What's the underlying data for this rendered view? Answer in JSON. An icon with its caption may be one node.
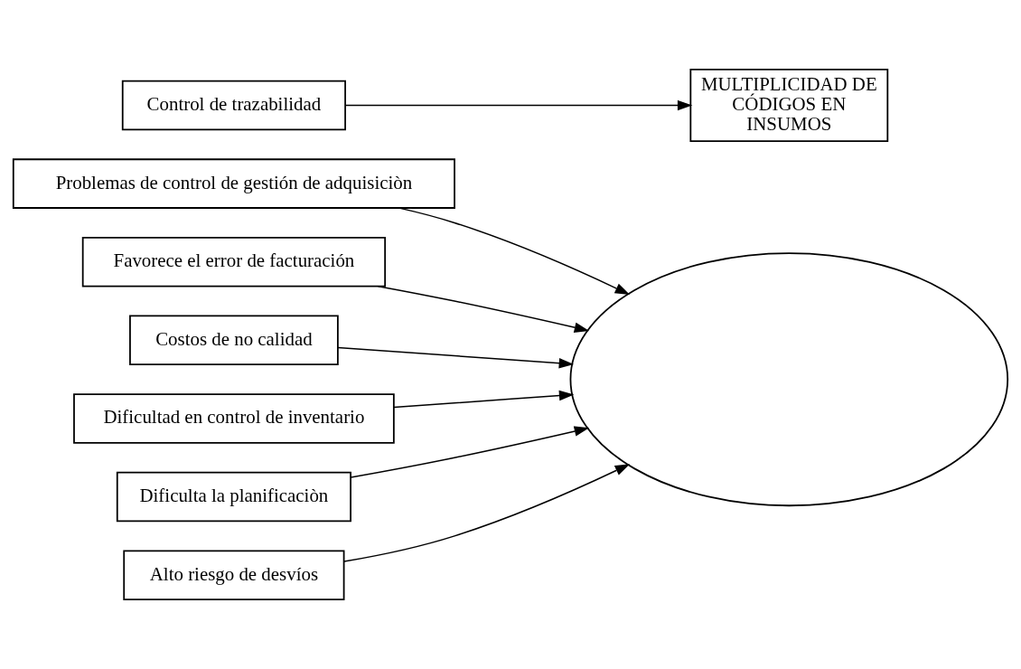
{
  "diagram": {
    "nodes": [
      {
        "text": [
          "Problemas de control de gestión de adquisiciòn"
        ]
      },
      {
        "text": [
          "Favorece el error de facturación"
        ]
      },
      {
        "text": [
          "Costos de no calidad"
        ]
      },
      {
        "text": [],
        "shape": "fish"
      },
      {
        "text": [
          "Control de trazabilidad"
        ]
      },
      {
        "text": [
          "MULTIPLICIDAD DE CÓDIGOS EN INSUMOS"
        ]
      },
      {
        "text": [
          "Dificultad en control de inventario"
        ]
      },
      {
        "text": [
          "Dificulta la planificaciòn"
        ]
      },
      {
        "text": [
          "Alto riesgo de desvíos"
        ]
      }
    ],
    "edges": [
      {
        "from": 0,
        "to": 3,
        "arrow": "to"
      },
      {
        "from": 2,
        "to": 3,
        "arrow": "to"
      },
      {
        "from": 1,
        "to": 3,
        "arrow": "to"
      },
      {
        "from": 4,
        "to": 5,
        "arrow": "to"
      },
      {
        "from": 6,
        "to": 3,
        "arrow": "to"
      },
      {
        "from": 8,
        "to": 3,
        "arrow": "to"
      },
      {
        "from": 7,
        "to": 3,
        "arrow": "to"
      }
    ]
  }
}
